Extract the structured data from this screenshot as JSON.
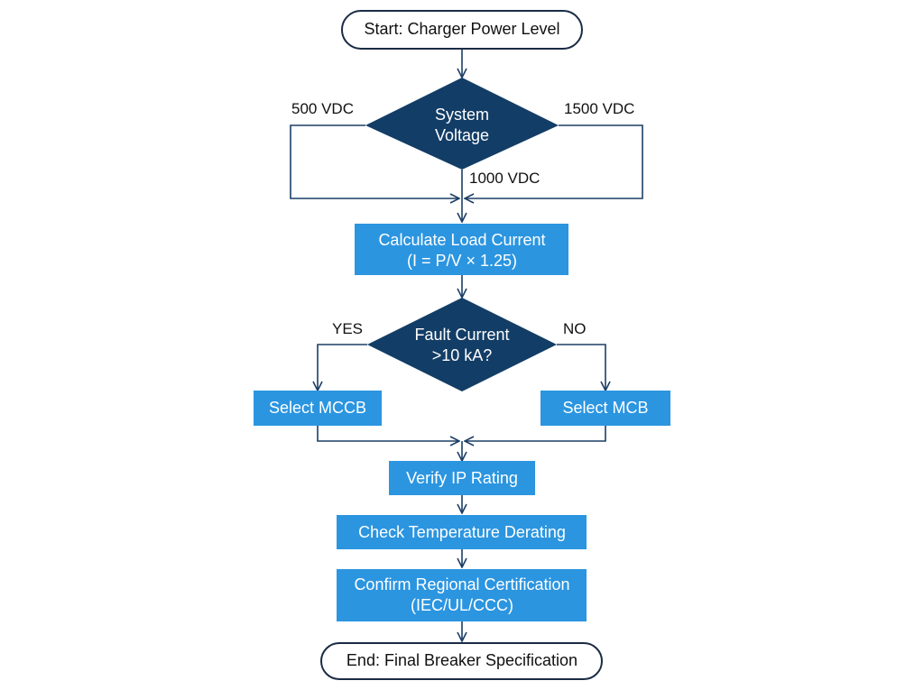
{
  "colors": {
    "process_fill": "#2b95e0",
    "decision_fill": "#123d66",
    "line": "#1c3f66",
    "terminal_stroke": "#1a2c44"
  },
  "flow": {
    "start": "Start: Charger Power Level",
    "decision_voltage": {
      "line1": "System",
      "line2": "Voltage"
    },
    "branch_500": "500 VDC",
    "branch_1000": "1000 VDC",
    "branch_1500": "1500 VDC",
    "calc": {
      "line1": "Calculate Load Current",
      "line2": "(I = P/V × 1.25)"
    },
    "decision_fault": {
      "line1": "Fault Current",
      "line2": ">10 kA?"
    },
    "yes_label": "YES",
    "no_label": "NO",
    "select_mccb": "Select MCCB",
    "select_mcb": "Select MCB",
    "verify_ip": "Verify IP Rating",
    "check_temp": "Check Temperature Derating",
    "confirm_cert": {
      "line1": "Confirm Regional Certification",
      "line2": "(IEC/UL/CCC)"
    },
    "end": "End: Final Breaker Specification"
  }
}
